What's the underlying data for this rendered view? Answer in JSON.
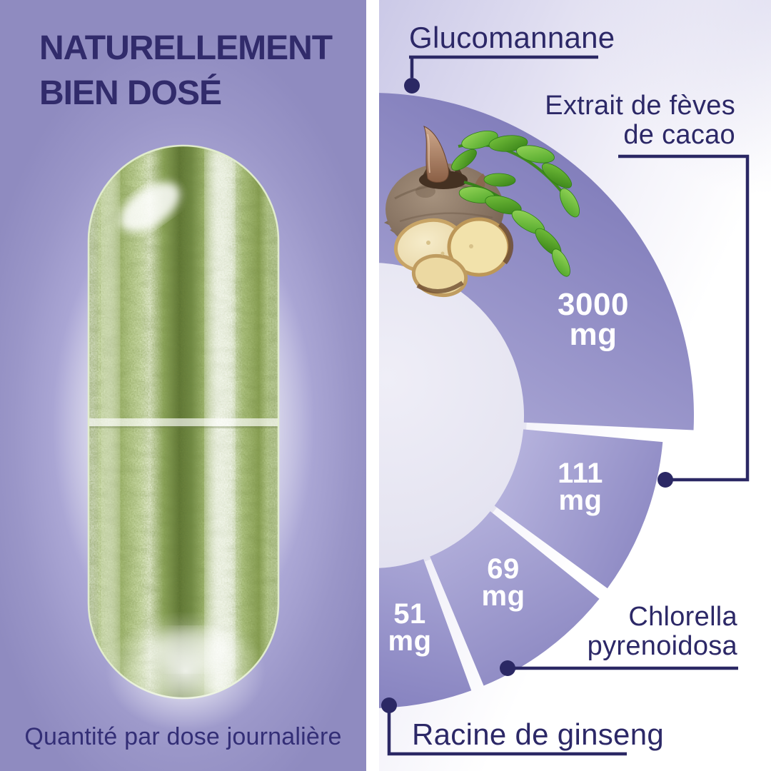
{
  "left_panel": {
    "title_line1": "NATURELLEMENT",
    "title_line2": "BIEN DOSÉ",
    "caption": "Quantité par dose journalière"
  },
  "chart_data": {
    "type": "pie",
    "variant": "donut",
    "title": "",
    "unit": "mg",
    "direction": "clockwise-from-top",
    "segments": [
      {
        "name": "Glucomannane",
        "name_lines": [
          "Glucomannane"
        ],
        "value": 3000,
        "value_label": "3000",
        "unit": "mg"
      },
      {
        "name": "Extrait de fèves de cacao",
        "name_lines": [
          "Extrait de fèves",
          "de cacao"
        ],
        "value": 111,
        "value_label": "111",
        "unit": "mg"
      },
      {
        "name": "Chlorella pyrenoidosa",
        "name_lines": [
          "Chlorella",
          "pyrenoidosa"
        ],
        "value": 69,
        "value_label": "69",
        "unit": "mg"
      },
      {
        "name": "Racine de ginseng",
        "name_lines": [
          "Racine de ginseng"
        ],
        "value": 51,
        "value_label": "51",
        "unit": "mg"
      }
    ],
    "layout": {
      "center": [
        520,
        582
      ],
      "inner_radius": 214,
      "outer_radius_main": 452,
      "outer_radius_small": 410,
      "angles_deg": [
        [
          -8,
          92.6
        ],
        [
          95.2,
          126.2
        ],
        [
          128.8,
          157.4
        ],
        [
          160,
          186
        ]
      ],
      "legend_position": "around-callouts"
    }
  },
  "colors": {
    "accent_navy": "#2b2864",
    "label_text": "#2c2867",
    "title_text": "#312b6b",
    "left_bg_lavender": "#a5a1d0",
    "segment_dark": "#817dbb",
    "segment_light": "#b4b1dc",
    "value_text": "#ffffff",
    "capsule_green": "#7c9a4e"
  },
  "illustrations": {
    "capsule": "transparent capsule filled with green powder",
    "konjac": "konjac root with sprout, leaves and root slices"
  }
}
